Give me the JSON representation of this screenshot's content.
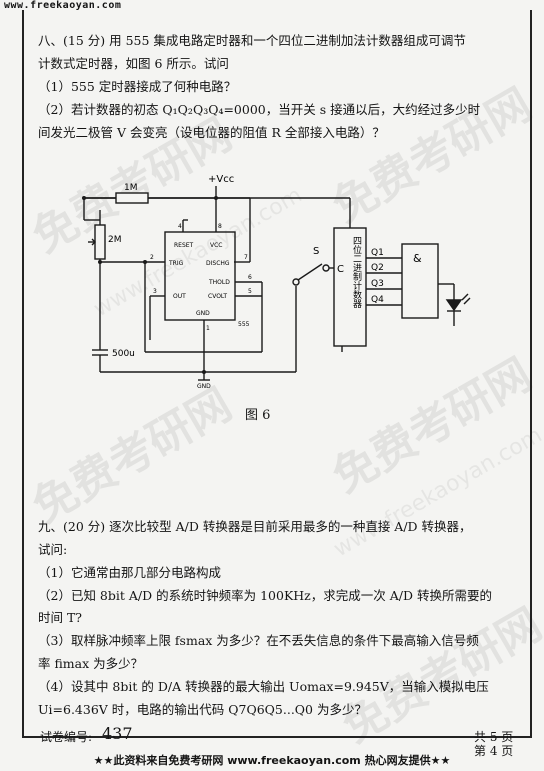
{
  "header": {
    "url": "www.freekaoyan.com"
  },
  "q8": {
    "title": "八、(15 分) 用 555 集成电路定时器和一个四位二进制加法计数器组成可调节",
    "title2": "计数式定时器，如图 6 所示。试问",
    "p1": "（1）555 定时器接成了何种电路？",
    "p2": "（2）若计数器的初态 Q₁Q₂Q₃Q₄=0000，当开关 s 接通以后，大约经过多少时",
    "p2b": "间发光二极管 V 会变亮（设电位器的阻值 R 全部接入电路）？"
  },
  "figure": {
    "caption": "图 6",
    "vcc": "+Vcc",
    "r1": "1M",
    "r2": "2M",
    "cap": "500u",
    "switch": "S",
    "gnd": "GND",
    "pins": {
      "reset": "RESET",
      "vcc": "VCC",
      "trig": "TRIG",
      "disch": "DISCHG",
      "thold": "THOLD",
      "out": "OUT",
      "cvolt": "CVOLT",
      "gnd": "GND",
      "chip": "555"
    },
    "pin_nums": [
      "4",
      "8",
      "2",
      "7",
      "6",
      "3",
      "5",
      "1"
    ],
    "counter_label": "四位二进制计数器",
    "counter_c": "C",
    "outputs": [
      "Q1",
      "Q2",
      "Q3",
      "Q4"
    ],
    "and_gate": "&"
  },
  "q9": {
    "title": "九、(20 分) 逐次比较型 A/D 转换器是目前采用最多的一种直接 A/D 转换器，",
    "title2": "试问:",
    "p1": "（1）它通常由那几部分电路构成",
    "p2": "（2）已知 8bit A/D 的系统时钟频率为 100KHz，求完成一次 A/D 转换所需要的",
    "p2b": "时间 T?",
    "p3": "（3）取样脉冲频率上限 fsmax 为多少？在不丢失信息的条件下最高输入信号频",
    "p3b": "率 fimax 为多少？",
    "p4": "（4）设其中 8bit 的 D/A 转换器的最大输出 Uomax=9.945V，当输入模拟电压",
    "p4b": "Ui=6.436V 时，电路的输出代码 Q7Q6Q5...Q0 为多少？"
  },
  "footer": {
    "paper_no_label": "试卷编号:",
    "paper_no_value": "437",
    "total_label": "共  5  页",
    "page_label": "第  4  页",
    "banner": "★★此资料来自免费考研网 www.freekaoyan.com 热心网友提供★★"
  },
  "watermark": {
    "text": "免费考研网",
    "url": "www.freekaoyan.com"
  }
}
